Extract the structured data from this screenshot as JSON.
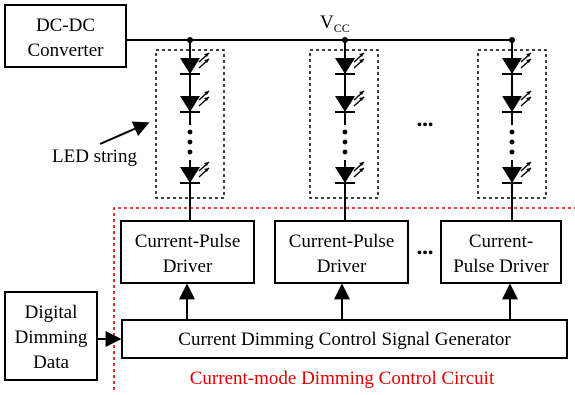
{
  "diagram": {
    "converter": {
      "line1": "DC-DC",
      "line2": "Converter"
    },
    "vcc": {
      "main": "V",
      "sub": "CC"
    },
    "led_string_label": "LED string",
    "drivers": [
      {
        "line1": "Current-Pulse",
        "line2": "Driver"
      },
      {
        "line1": "Current-Pulse",
        "line2": "Driver"
      },
      {
        "line1": "Current-",
        "line2": "Pulse Driver"
      }
    ],
    "digital_dimming": {
      "line1": "Digital",
      "line2": "Dimming",
      "line3": "Data"
    },
    "generator_label": "Current Dimming Control Signal Generator",
    "circuit_label": "Current-mode Dimming Control Circuit",
    "ellipsis_top": "•••",
    "ellipsis_mid": "•••",
    "colors": {
      "line": "#000000",
      "boundary": "#e00000"
    }
  }
}
